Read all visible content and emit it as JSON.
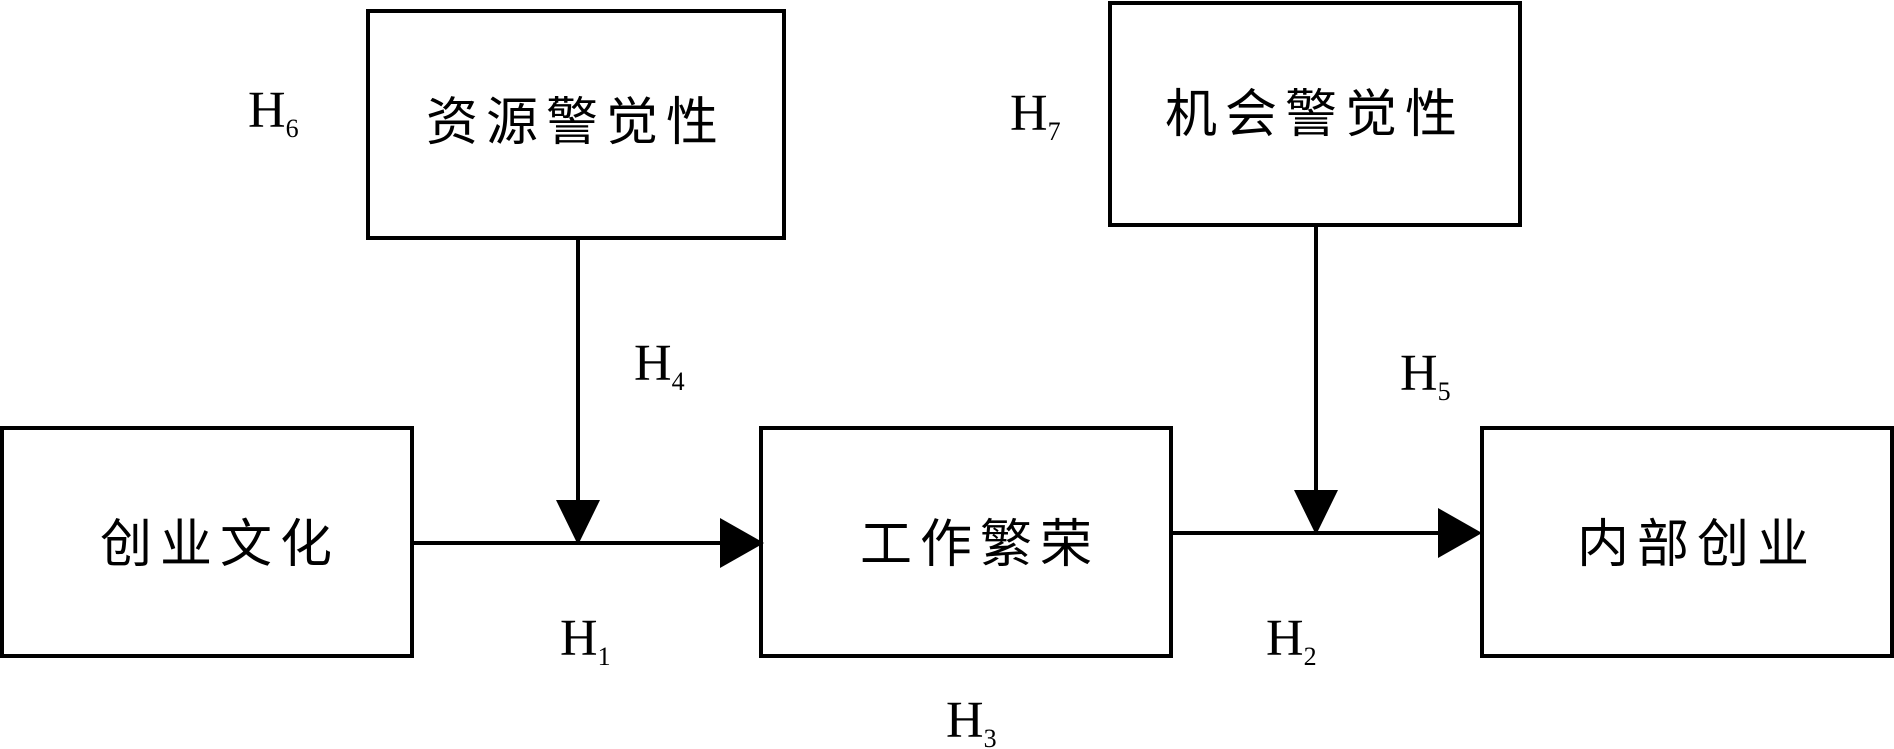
{
  "nodes": {
    "resource_alertness": "资源警觉性",
    "opportunity_alertness": "机会警觉性",
    "entrepreneurial_culture": "创业文化",
    "thriving_at_work": "工作繁荣",
    "corporate_entrepreneurship": "内部创业"
  },
  "hypotheses": {
    "h1": {
      "letter": "H",
      "sub": "1"
    },
    "h2": {
      "letter": "H",
      "sub": "2"
    },
    "h3": {
      "letter": "H",
      "sub": "3"
    },
    "h4": {
      "letter": "H",
      "sub": "4"
    },
    "h5": {
      "letter": "H",
      "sub": "5"
    },
    "h6": {
      "letter": "H",
      "sub": "6"
    },
    "h7": {
      "letter": "H",
      "sub": "7"
    }
  },
  "colors": {
    "stroke": "#000000",
    "background": "#ffffff"
  }
}
